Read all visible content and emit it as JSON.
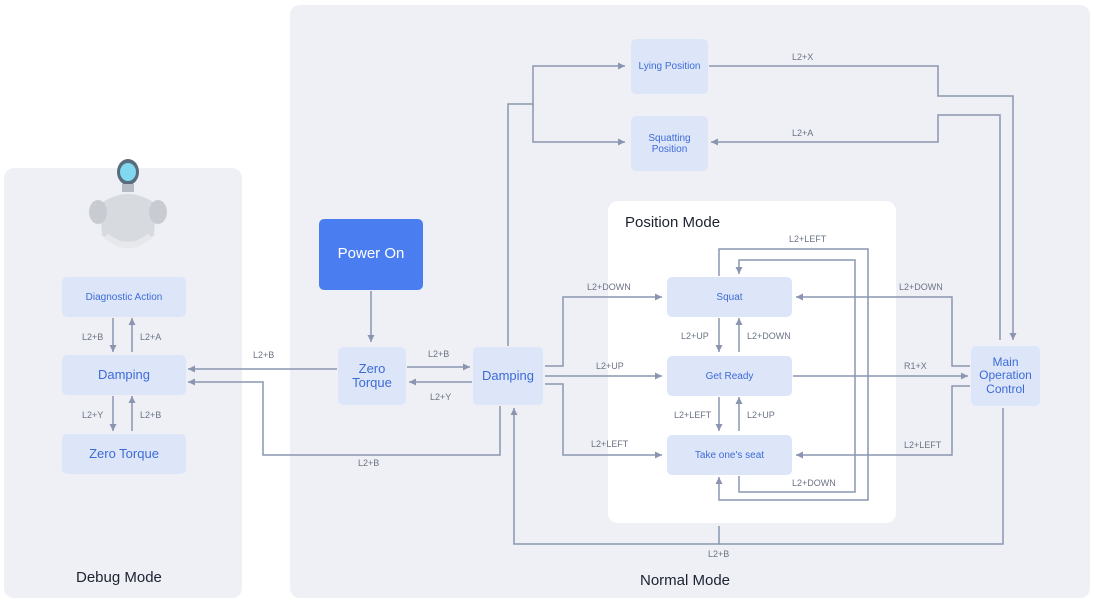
{
  "modes": {
    "debug": "Debug Mode",
    "normal": "Normal Mode",
    "position": "Position Mode"
  },
  "nodes": {
    "diagnostic": "Diagnostic Action",
    "debug_damping": "Damping",
    "debug_zero_torque": "Zero Torque",
    "power_on": "Power On",
    "zero_torque": "Zero Torque",
    "damping": "Damping",
    "lying": "Lying Position",
    "squatting": "Squatting Position",
    "squat": "Squat",
    "get_ready": "Get Ready",
    "take_seat": "Take one's seat",
    "main_control": "Main Operation Control"
  },
  "edges": {
    "diag_to_damp": "L2+B",
    "damp_to_diag": "L2+A",
    "damp_to_zt": "L2+Y",
    "zt_to_damp": "L2+B",
    "zero_to_debug": "L2+B",
    "zero_to_damp": "L2+B",
    "damp_to_zero": "L2+Y",
    "damp_to_debug": "L2+B",
    "main_to_lying": "L2+X",
    "main_to_squatting": "L2+A",
    "seat_to_squat_loop": "L2+LEFT",
    "damp_to_squat": "L2+DOWN",
    "squat_to_ready": "L2+UP",
    "ready_to_squat": "L2+DOWN",
    "damp_to_ready": "L2+UP",
    "ready_to_seat": "L2+LEFT",
    "seat_to_ready": "L2+UP",
    "damp_to_seat": "L2+LEFT",
    "squat_to_seat_loop": "L2+DOWN",
    "main_to_squat": "L2+DOWN",
    "ready_to_main": "R1+X",
    "main_to_seat": "L2+LEFT",
    "main_to_damp": "L2+B"
  },
  "colors": {
    "panel_bg": "#eef0f5",
    "node_bg": "#dde6f9",
    "node_text": "#3d6bd6",
    "power_bg": "#4a7ef0",
    "line": "#8a95b0"
  },
  "icons": [
    "robot-icon"
  ]
}
